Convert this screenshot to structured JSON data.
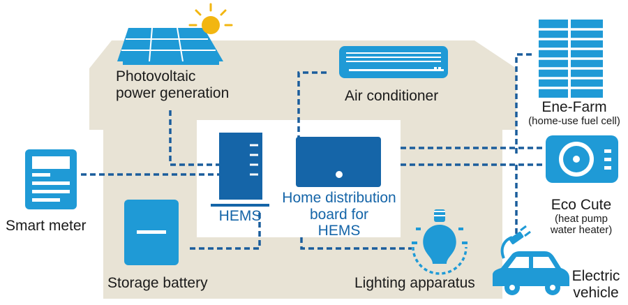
{
  "colors": {
    "house": "#e8e3d5",
    "inner_panel": "#ffffff",
    "device_blue": "#1f9ad6",
    "hems_navy": "#1565a8",
    "connection_line": "#1a5d9c",
    "sun_yellow": "#f2b611",
    "label_text": "#1a1a1a"
  },
  "labels": {
    "photovoltaic": {
      "line1": "Photovoltaic",
      "line2": "power generation"
    },
    "air_conditioner": "Air conditioner",
    "ene_farm": {
      "title": "Ene-Farm",
      "sub": "(home-use fuel cell)"
    },
    "eco_cute": {
      "title": "Eco Cute",
      "sub1": "(heat pump",
      "sub2": "water heater)"
    },
    "smart_meter": "Smart meter",
    "hems": "HEMS",
    "distribution_board": {
      "line1": "Home distribution",
      "line2": "board for",
      "line3": "HEMS"
    },
    "storage_battery": "Storage battery",
    "lighting": "Lighting apparatus",
    "ev": {
      "line1": "Electric",
      "line2": "vehicle"
    }
  },
  "icons": [
    "solar-panel-icon",
    "sun-icon",
    "air-conditioner-icon",
    "fuel-cell-icon",
    "heat-pump-icon",
    "smart-meter-icon",
    "hems-server-icon",
    "distribution-board-icon",
    "storage-battery-icon",
    "light-bulb-icon",
    "electric-vehicle-icon",
    "plug-icon"
  ]
}
